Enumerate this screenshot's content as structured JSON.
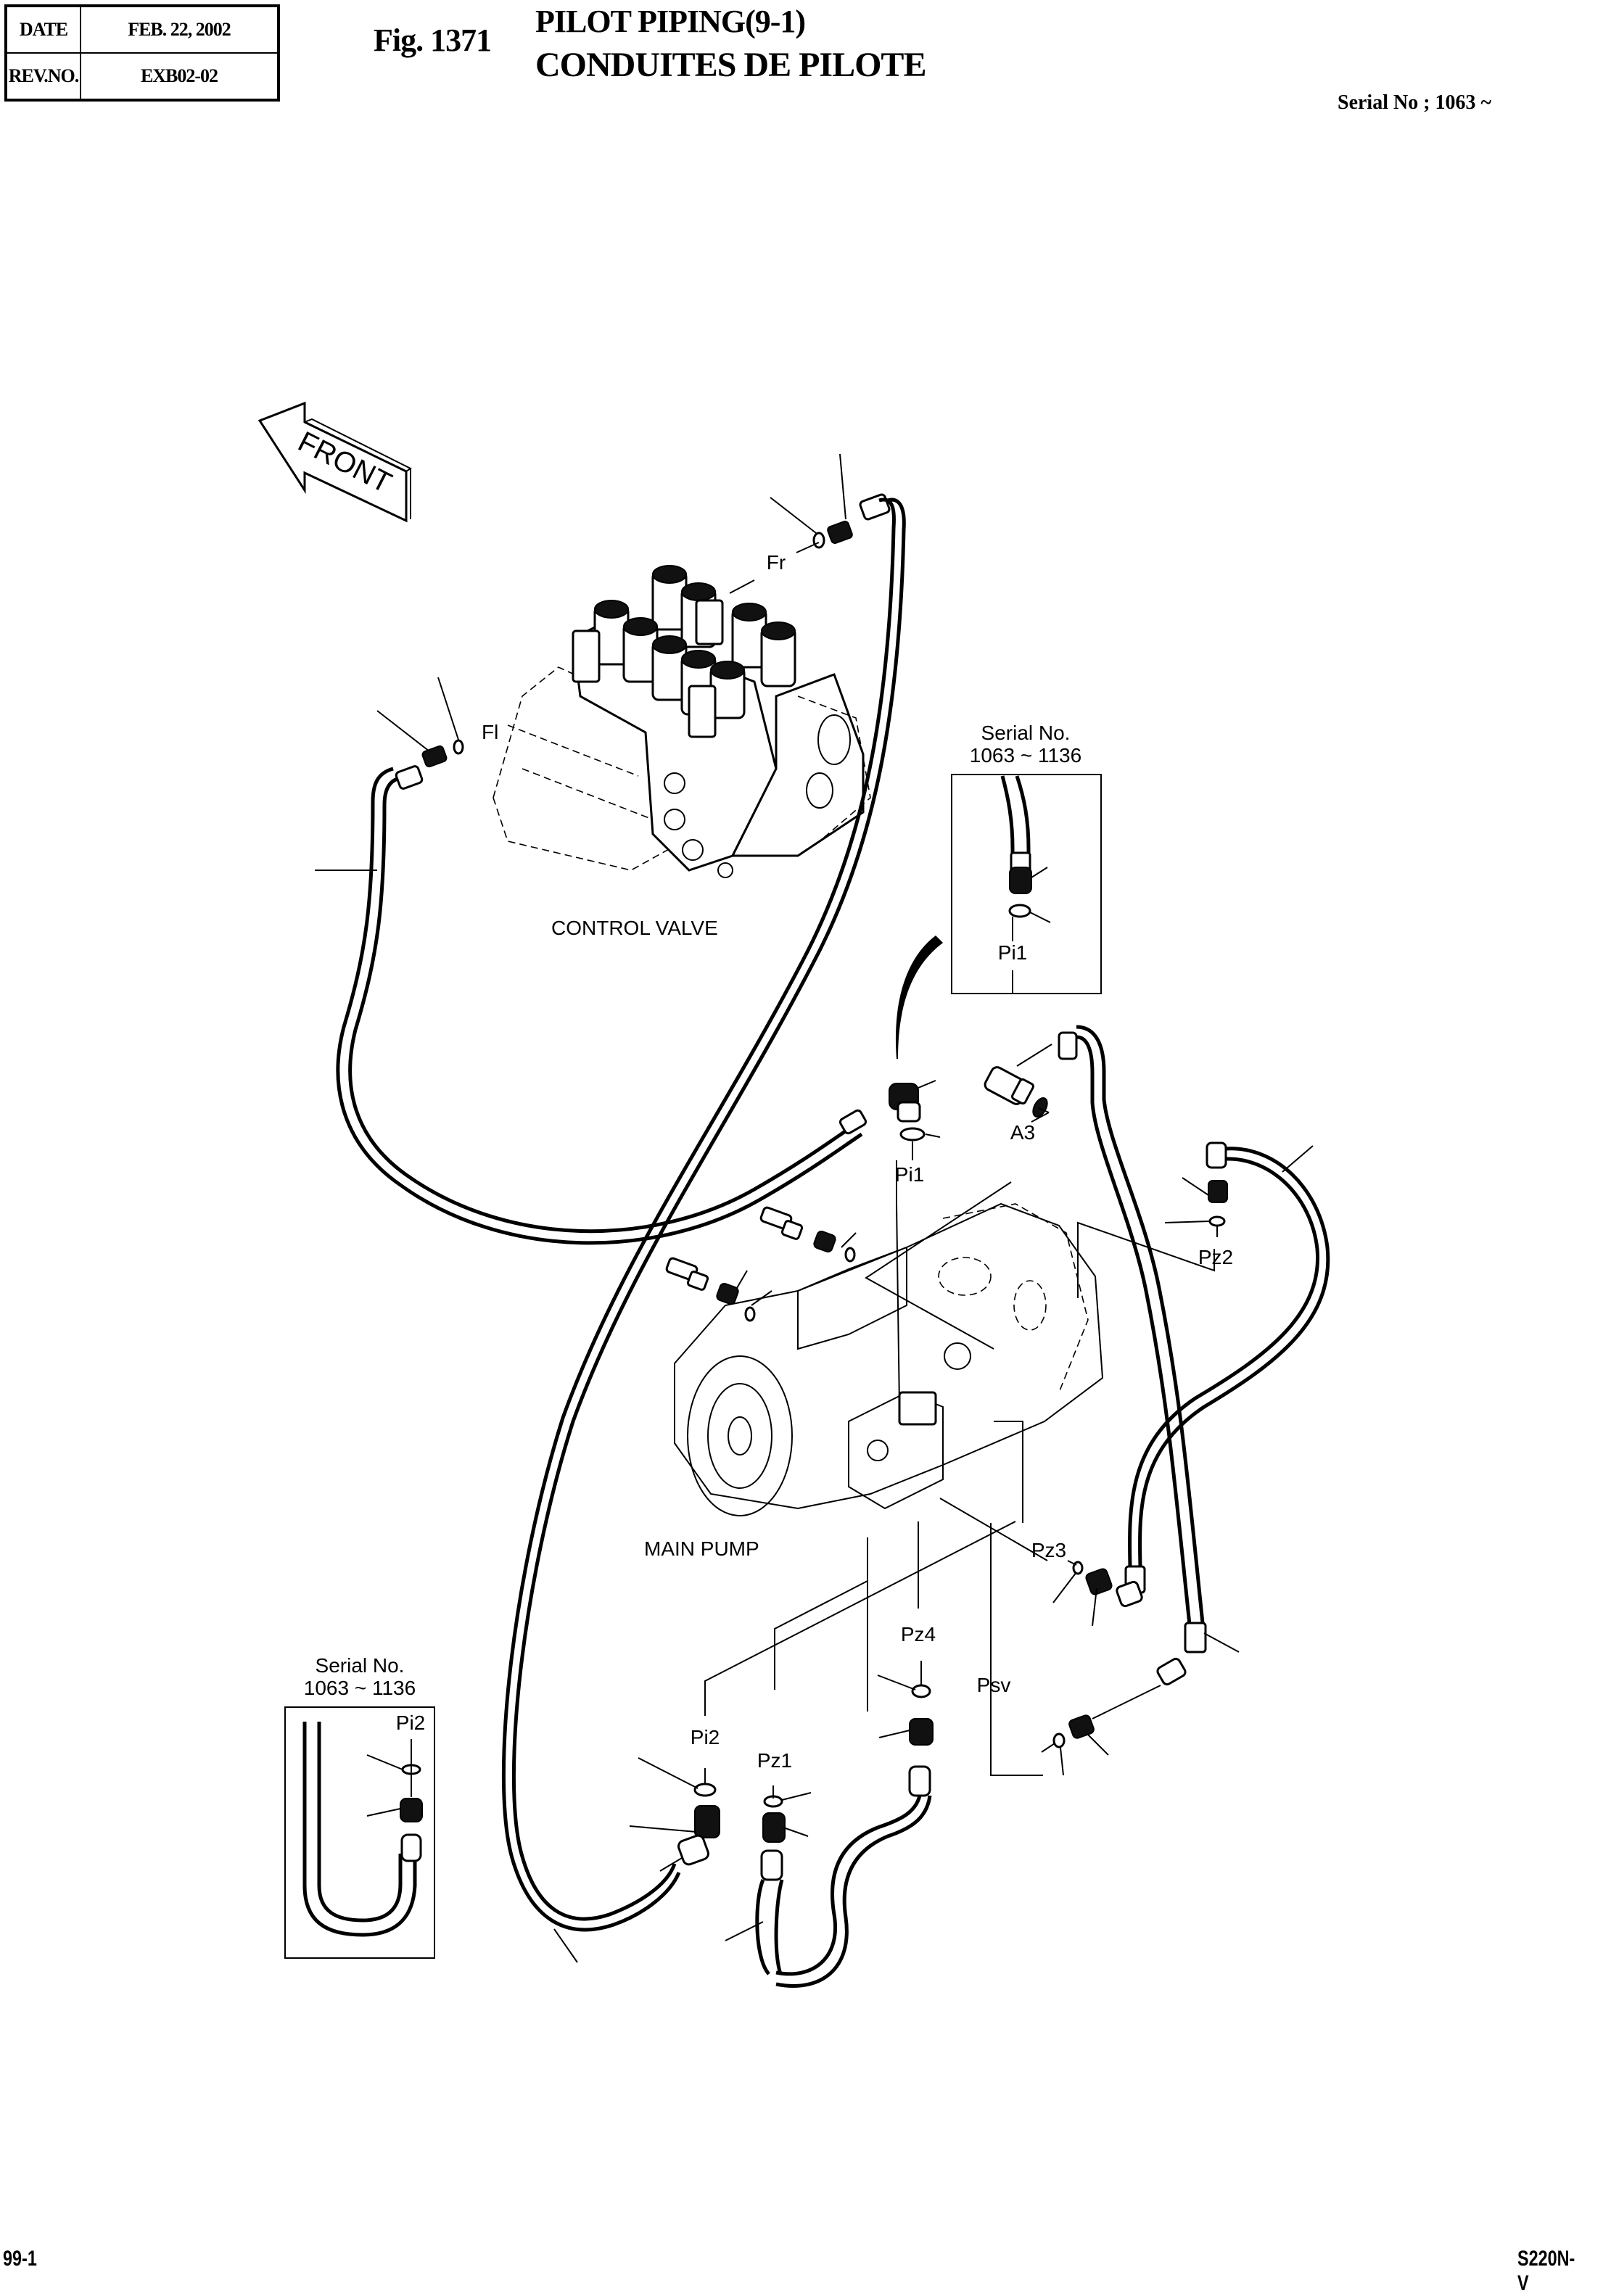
{
  "header": {
    "date_label": "DATE",
    "date_value": "FEB. 22, 2002",
    "rev_label": "REV.NO.",
    "rev_value": "EXB02-02",
    "figure_number": "Fig. 1371",
    "title_en": "PILOT PIPING(9-1)",
    "title_fr": "CONDUITES DE PILOTE",
    "serial_range": "Serial No ; 1063 ~"
  },
  "diagram": {
    "front_arrow_label": "FRONT",
    "components": {
      "control_valve": "CONTROL VALVE",
      "main_pump": "MAIN PUMP"
    },
    "ports": {
      "fr": "Fr",
      "fl": "Fl",
      "pi1": "Pi1",
      "a3": "A3",
      "pz2": "Pz2",
      "pz3": "Pz3",
      "pz4": "Pz4",
      "psv": "Psv",
      "pi2": "Pi2",
      "pz1": "Pz1"
    },
    "insets": [
      {
        "title_line1": "Serial No.",
        "title_line2": "1063 ~ 1136",
        "port": "Pi1"
      },
      {
        "title_line1": "Serial No.",
        "title_line2": "1063 ~ 1136",
        "port": "Pi2"
      }
    ]
  },
  "footer": {
    "page_number": "99-1",
    "model": "S220N-V"
  }
}
